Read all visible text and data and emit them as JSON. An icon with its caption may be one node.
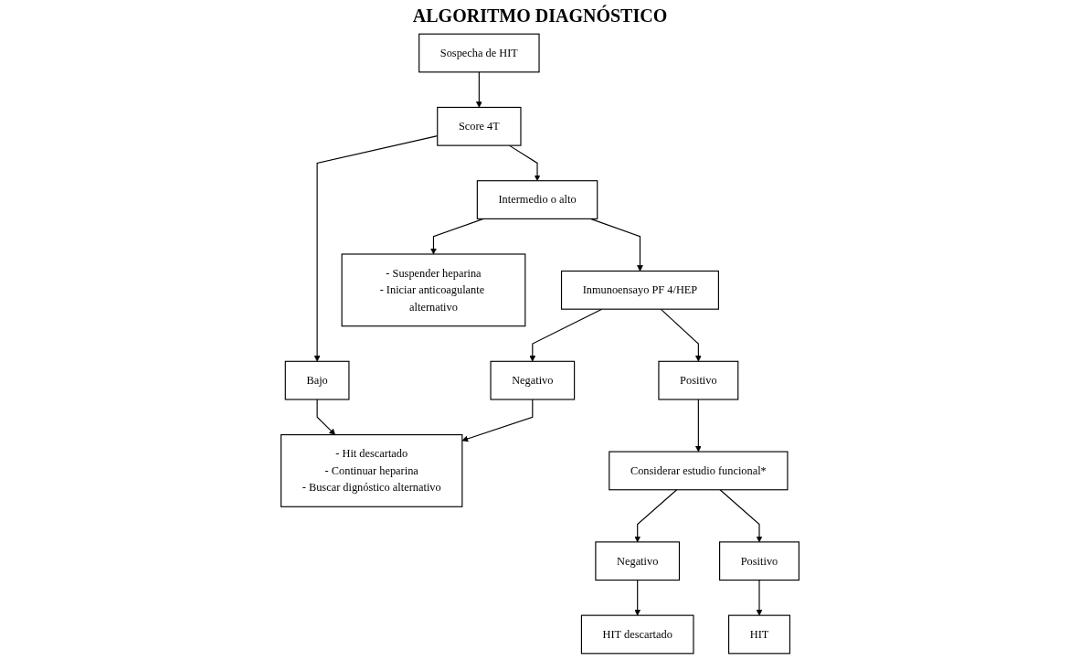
{
  "diagram": {
    "title": "ALGORITMO DIAGNÓSTICO",
    "nodes": [
      {
        "text": [
          "Sospecha de HIT"
        ]
      },
      {
        "text": [
          "Score 4T"
        ]
      },
      {
        "text": [
          "Bajo"
        ]
      },
      {
        "text": [
          "Intermedio o alto"
        ]
      },
      {
        "text": [
          "- Suspender heparina",
          "- Iniciar anticoagulante alternativo"
        ]
      },
      {
        "text": [
          "Negativo"
        ]
      },
      {
        "text": [
          "Inmunoensayo PF 4/HEP"
        ]
      },
      {
        "text": [
          "Positivo"
        ]
      },
      {
        "text": [
          "- Hit descartado",
          "- Continuar heparina",
          "- Buscar dignóstico alternativo"
        ]
      },
      {
        "text": [
          "Considerar estudio funcional*"
        ]
      },
      {
        "text": [
          "Negativo"
        ]
      },
      {
        "text": [
          "Positivo"
        ]
      },
      {
        "text": [
          "HIT descartado"
        ]
      },
      {
        "text": [
          "HIT"
        ]
      }
    ],
    "edges": [
      {
        "from": 0,
        "to": 1,
        "arrow": "to"
      },
      {
        "from": 1,
        "to": 2,
        "arrow": "to"
      },
      {
        "from": 1,
        "to": 3,
        "arrow": "to"
      },
      {
        "from": 3,
        "to": 4,
        "arrow": "to"
      },
      {
        "from": 3,
        "to": 6,
        "arrow": "to"
      },
      {
        "from": 6,
        "to": 5,
        "arrow": "to"
      },
      {
        "from": 2,
        "to": 8,
        "arrow": "to"
      },
      {
        "from": 5,
        "to": 8,
        "arrow": "to"
      },
      {
        "from": 6,
        "to": 7,
        "arrow": "to"
      },
      {
        "from": 7,
        "to": 9,
        "arrow": "to"
      },
      {
        "from": 9,
        "to": 10,
        "arrow": "to"
      },
      {
        "from": 9,
        "to": 11,
        "arrow": "to"
      },
      {
        "from": 10,
        "to": 12,
        "arrow": "to"
      },
      {
        "from": 11,
        "to": 13,
        "arrow": "to"
      }
    ]
  }
}
